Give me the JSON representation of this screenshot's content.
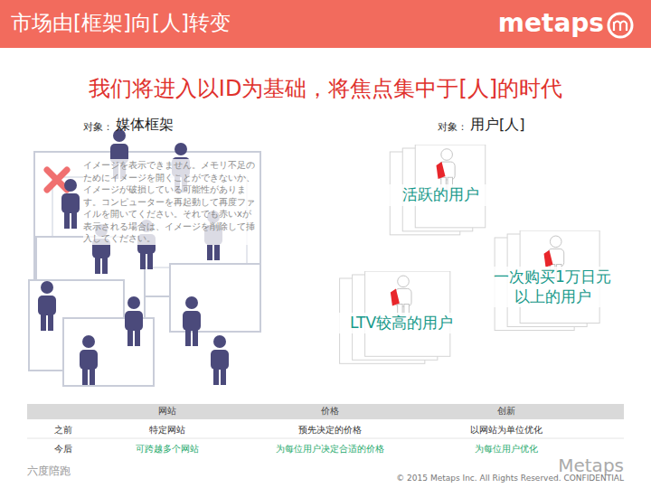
{
  "diagram": {
    "title": "市场由[框架]向[人]转变",
    "nodes": [
      {
        "text": [
          "活跃的用户"
        ]
      },
      {
        "text": [
          "一次购买1万日元 以上的用户"
        ]
      },
      {
        "text": [
          "LTV较高的用户"
        ]
      }
    ],
    "labels": [
      "metaps",
      "我们将进入以ID为基础，将焦点集中于[人]的时代",
      "对象：",
      "媒体框架",
      "对象：",
      "用户[人]",
      "イメージを表示できません。メモリ不足のためにイメージを開くことができないか、イメージが破損している可能性があります。コンピューターを再起動して再度ファイルを開いてください。それでも赤いxが表示される場合は、イメージを削除して挿入してください。",
      "网站",
      "价格",
      "创新",
      "之前",
      "特定网站",
      "预先决定的价格",
      "以网站为单位优化",
      "今后",
      "可跨越多个网站",
      "为每位用户决定合适的价格",
      "为每位用户优化",
      "六度陪跑",
      "Metaps",
      "© 2015 Metaps Inc. All Rights Reserved. CONFIDENTIAL"
    ]
  }
}
